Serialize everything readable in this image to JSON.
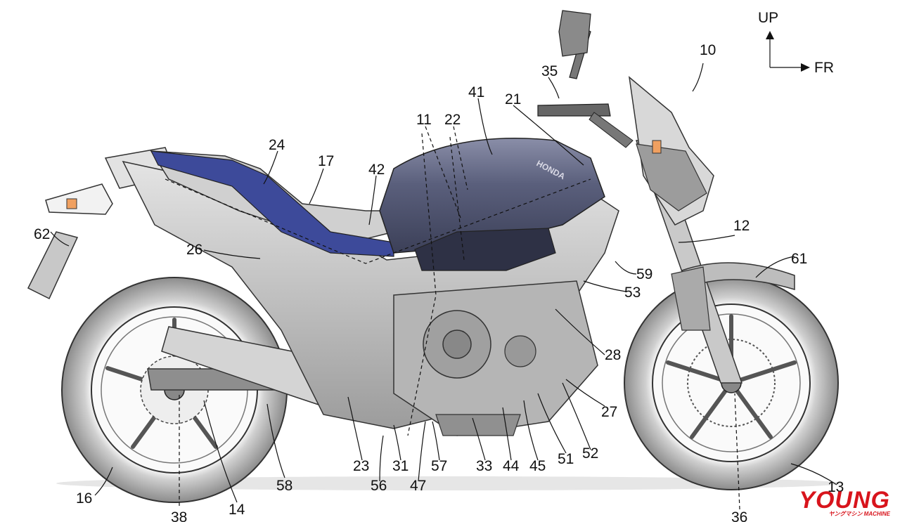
{
  "orientation": {
    "up_label": "UP",
    "front_label": "FR"
  },
  "brand_mark": "HONDA",
  "callouts": {
    "c10": "10",
    "c11": "11",
    "c12": "12",
    "c13": "13",
    "c14": "14",
    "c16": "16",
    "c17": "17",
    "c21": "21",
    "c22": "22",
    "c23": "23",
    "c24": "24",
    "c26": "26",
    "c27": "27",
    "c28": "28",
    "c31": "31",
    "c33": "33",
    "c35": "35",
    "c36": "36",
    "c38": "38",
    "c41": "41",
    "c42": "42",
    "c44": "44",
    "c45": "45",
    "c47": "47",
    "c51": "51",
    "c52": "52",
    "c53": "53",
    "c56": "56",
    "c57": "57",
    "c58": "58",
    "c59": "59",
    "c61": "61",
    "c62": "62"
  },
  "watermark": {
    "main": "YOUNG",
    "sub": "ヤングマシン MACHINE"
  },
  "colors": {
    "tank": "#4a5070",
    "seat_trim": "#3d4a9a",
    "line": "#111111",
    "body": "#d6d6d6",
    "watermark": "#d8141c"
  }
}
